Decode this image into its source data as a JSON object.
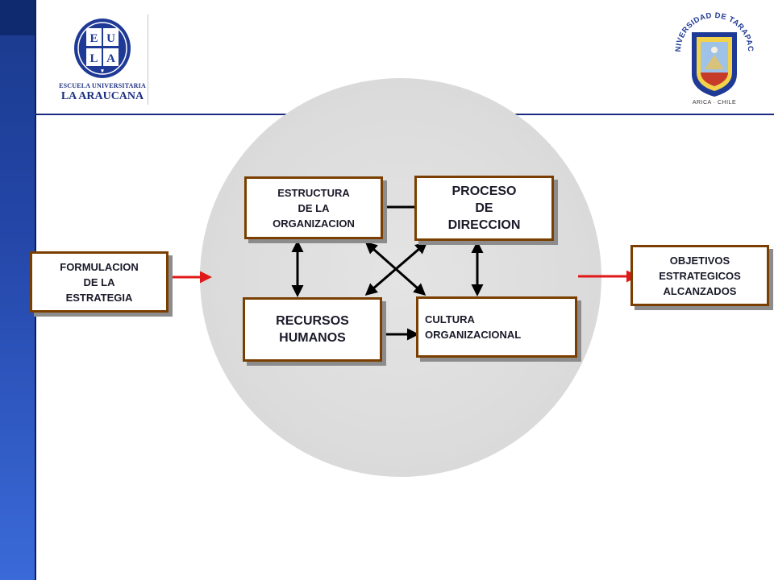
{
  "logos": {
    "left": {
      "letters": [
        "E",
        "U",
        "L",
        "A"
      ],
      "line1": "ESCUELA UNIVERSITARIA",
      "line2": "LA ARAUCANA"
    },
    "right": {
      "ring_text": "UNIVERSIDAD DE TARAPACA",
      "motto": "ARICA · CHILE"
    }
  },
  "diagram": {
    "estructura": "ESTRUCTURA\nDE LA\nORGANIZACION",
    "proceso": "PROCESO\nDE\nDIRECCION",
    "recursos": "RECURSOS\nHUMANOS",
    "cultura": "CULTURA\nORGANIZACIONAL",
    "formulacion": "FORMULACION\nDE LA\nESTRATEGIA",
    "objetivos": "OBJETIVOS\nESTRATEGICOS\nALCANZADOS"
  },
  "colors": {
    "sidebar": "#2446a8",
    "box_border": "#7a3f00",
    "input_arrow": "#e01818",
    "link_arrow": "#000000",
    "circle": "#dcdcdc"
  }
}
